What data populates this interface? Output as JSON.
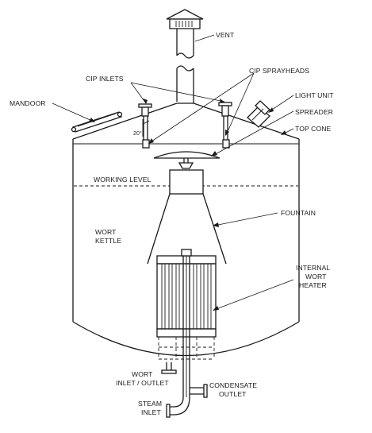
{
  "labels": {
    "vent": "VENT",
    "cip_inlets": "CIP INLETS",
    "cip_sprayheads": "CIP SPRAYHEADS",
    "light_unit": "LIGHT UNIT",
    "mandoor": "MANDOOR",
    "spreader": "SPREADER",
    "top_cone": "TOP CONE",
    "angle": "20°",
    "working_level": "WORKING LEVEL",
    "fountain": "FOUNTAIN",
    "wort_kettle_1": "WORT",
    "wort_kettle_2": "KETTLE",
    "internal_heater_1": "INTERNAL",
    "internal_heater_2": "WORT",
    "internal_heater_3": "HEATER",
    "wort_inlet_1": "WORT",
    "wort_inlet_2": "INLET / OUTLET",
    "condensate_1": "CONDENSATE",
    "condensate_2": "OUTLET",
    "steam_1": "STEAM",
    "steam_2": "INLET"
  }
}
